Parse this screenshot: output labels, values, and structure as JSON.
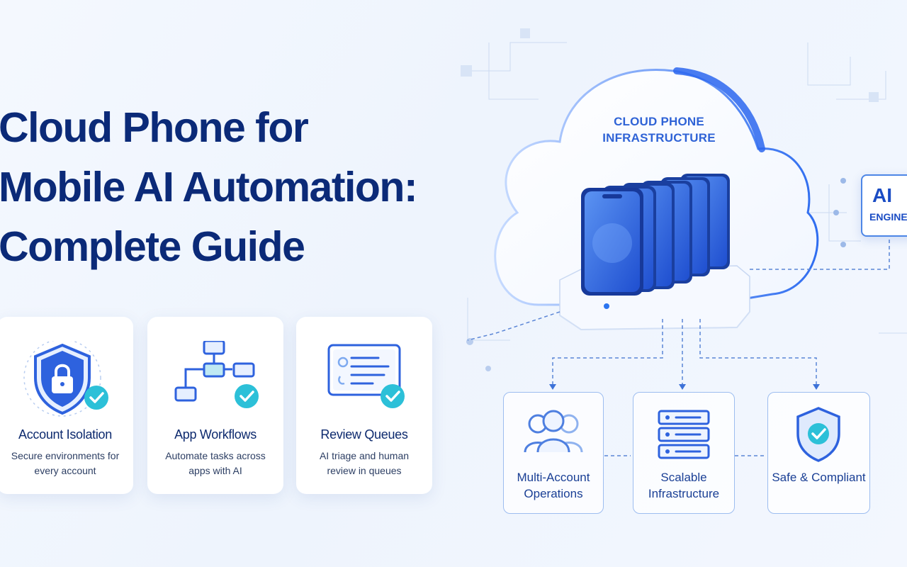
{
  "hero": {
    "title_line1": "Cloud Phone for",
    "title_line2": "Mobile AI Automation:",
    "title_line3": "Complete Guide"
  },
  "features": [
    {
      "title": "Account Isolation",
      "desc": "Secure environments for every account",
      "icon": "shield-lock-icon"
    },
    {
      "title": "App Workflows",
      "desc": "Automate tasks across apps with AI",
      "icon": "workflow-icon"
    },
    {
      "title": "Review Queues",
      "desc": "AI triage and human review in queues",
      "icon": "review-list-icon"
    }
  ],
  "diagram": {
    "cloud_label": "CLOUD PHONE INFRASTRUCTURE",
    "ai_engine": {
      "title": "AI",
      "subtitle": "ENGINE"
    },
    "nodes": [
      {
        "label": "Multi-Account Operations",
        "icon": "users-icon"
      },
      {
        "label": "Scalable Infrastructure",
        "icon": "server-icon"
      },
      {
        "label": "Safe & Compliant",
        "icon": "shield-check-icon"
      }
    ]
  },
  "colors": {
    "title": "#0b2a78",
    "accent": "#2f63d6",
    "check": "#2bbfd8",
    "card_bg": "#ffffff"
  }
}
